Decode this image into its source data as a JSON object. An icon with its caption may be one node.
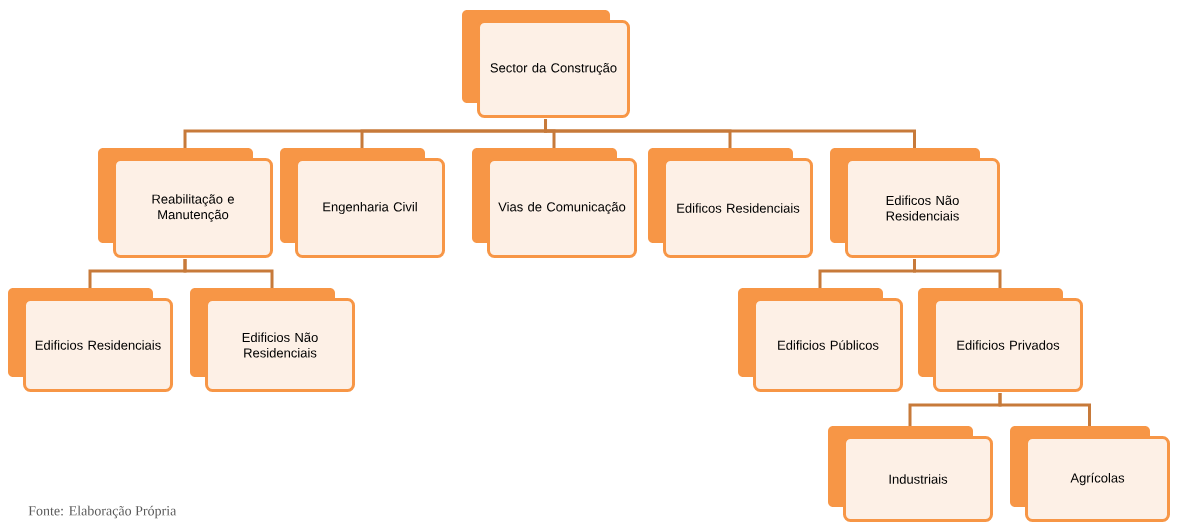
{
  "diagram": {
    "caption": "Fonte: Elaboração Própria",
    "nodes": [
      {
        "text": [
          "Sector da Construção"
        ]
      },
      {
        "text": [
          "Reabilitação e Manutenção"
        ]
      },
      {
        "text": [
          "Engenharia Civil"
        ]
      },
      {
        "text": [
          "Vias de Comunicação"
        ]
      },
      {
        "text": [
          "Edificos Residenciais"
        ]
      },
      {
        "text": [
          "Edificos Não Residenciais"
        ]
      },
      {
        "text": [
          "Edificios Residenciais"
        ]
      },
      {
        "text": [
          "Edificios Não Residenciais"
        ]
      },
      {
        "text": [
          "Edificios Públicos"
        ]
      },
      {
        "text": [
          "Edificios Privados"
        ]
      },
      {
        "text": [
          "Industriais"
        ]
      },
      {
        "text": [
          "Agrícolas"
        ]
      }
    ],
    "edges": [
      {
        "from": 0,
        "to": 1,
        "arrow": "none"
      },
      {
        "from": 0,
        "to": 2,
        "arrow": "none"
      },
      {
        "from": 0,
        "to": 3,
        "arrow": "none"
      },
      {
        "from": 0,
        "to": 4,
        "arrow": "none"
      },
      {
        "from": 0,
        "to": 5,
        "arrow": "none"
      },
      {
        "from": 1,
        "to": 6,
        "arrow": "none"
      },
      {
        "from": 1,
        "to": 7,
        "arrow": "none"
      },
      {
        "from": 5,
        "to": 8,
        "arrow": "none"
      },
      {
        "from": 5,
        "to": 9,
        "arrow": "none"
      },
      {
        "from": 9,
        "to": 10,
        "arrow": "none"
      },
      {
        "from": 9,
        "to": 11,
        "arrow": "none"
      }
    ]
  }
}
